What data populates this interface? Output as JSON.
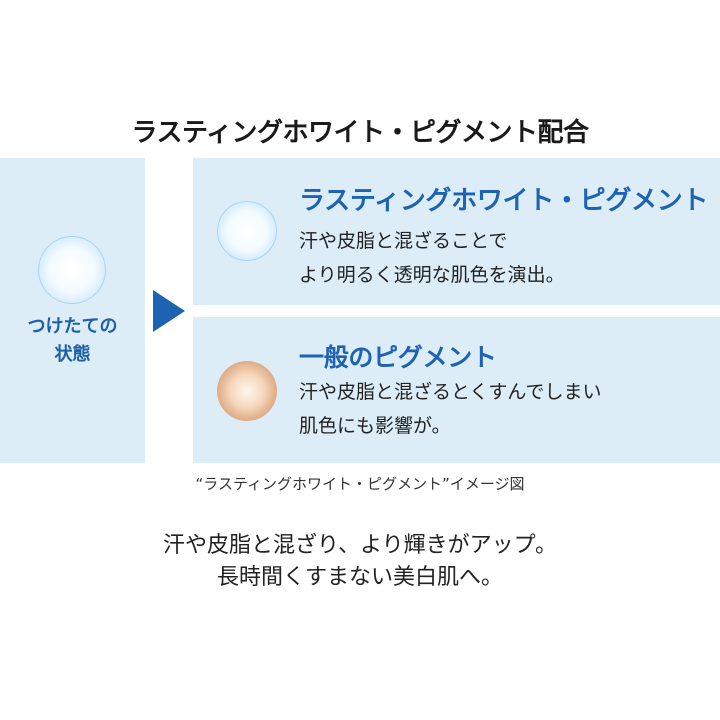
{
  "title": "ラスティングホワイト・ピグメント配合",
  "left_panel": {
    "label_line1": "つけたての",
    "label_line2": "状態"
  },
  "cards": [
    {
      "heading": "ラスティングホワイト・ピグメント",
      "desc_line1": "汗や皮脂と混ざることで",
      "desc_line2": "より明るく透明な肌色を演出。"
    },
    {
      "heading": "一般のピグメント",
      "desc_line1": "汗や皮脂と混ざるとくすんでしまい",
      "desc_line2": "肌色にも影響が。"
    }
  ],
  "caption": "“ラスティングホワイト・ピグメント”イメージ図",
  "bottom": {
    "line1": "汗や皮脂と混ざり、より輝きがアップ。",
    "line2": "長時間くすまない美白肌へ。"
  },
  "colors": {
    "accent_blue": "#1d63b2",
    "panel_bg": "#dcedf8"
  },
  "icons": {
    "white_orb": "white-pigment-orb",
    "brown_orb": "dull-pigment-orb",
    "arrow": "right-arrow"
  }
}
